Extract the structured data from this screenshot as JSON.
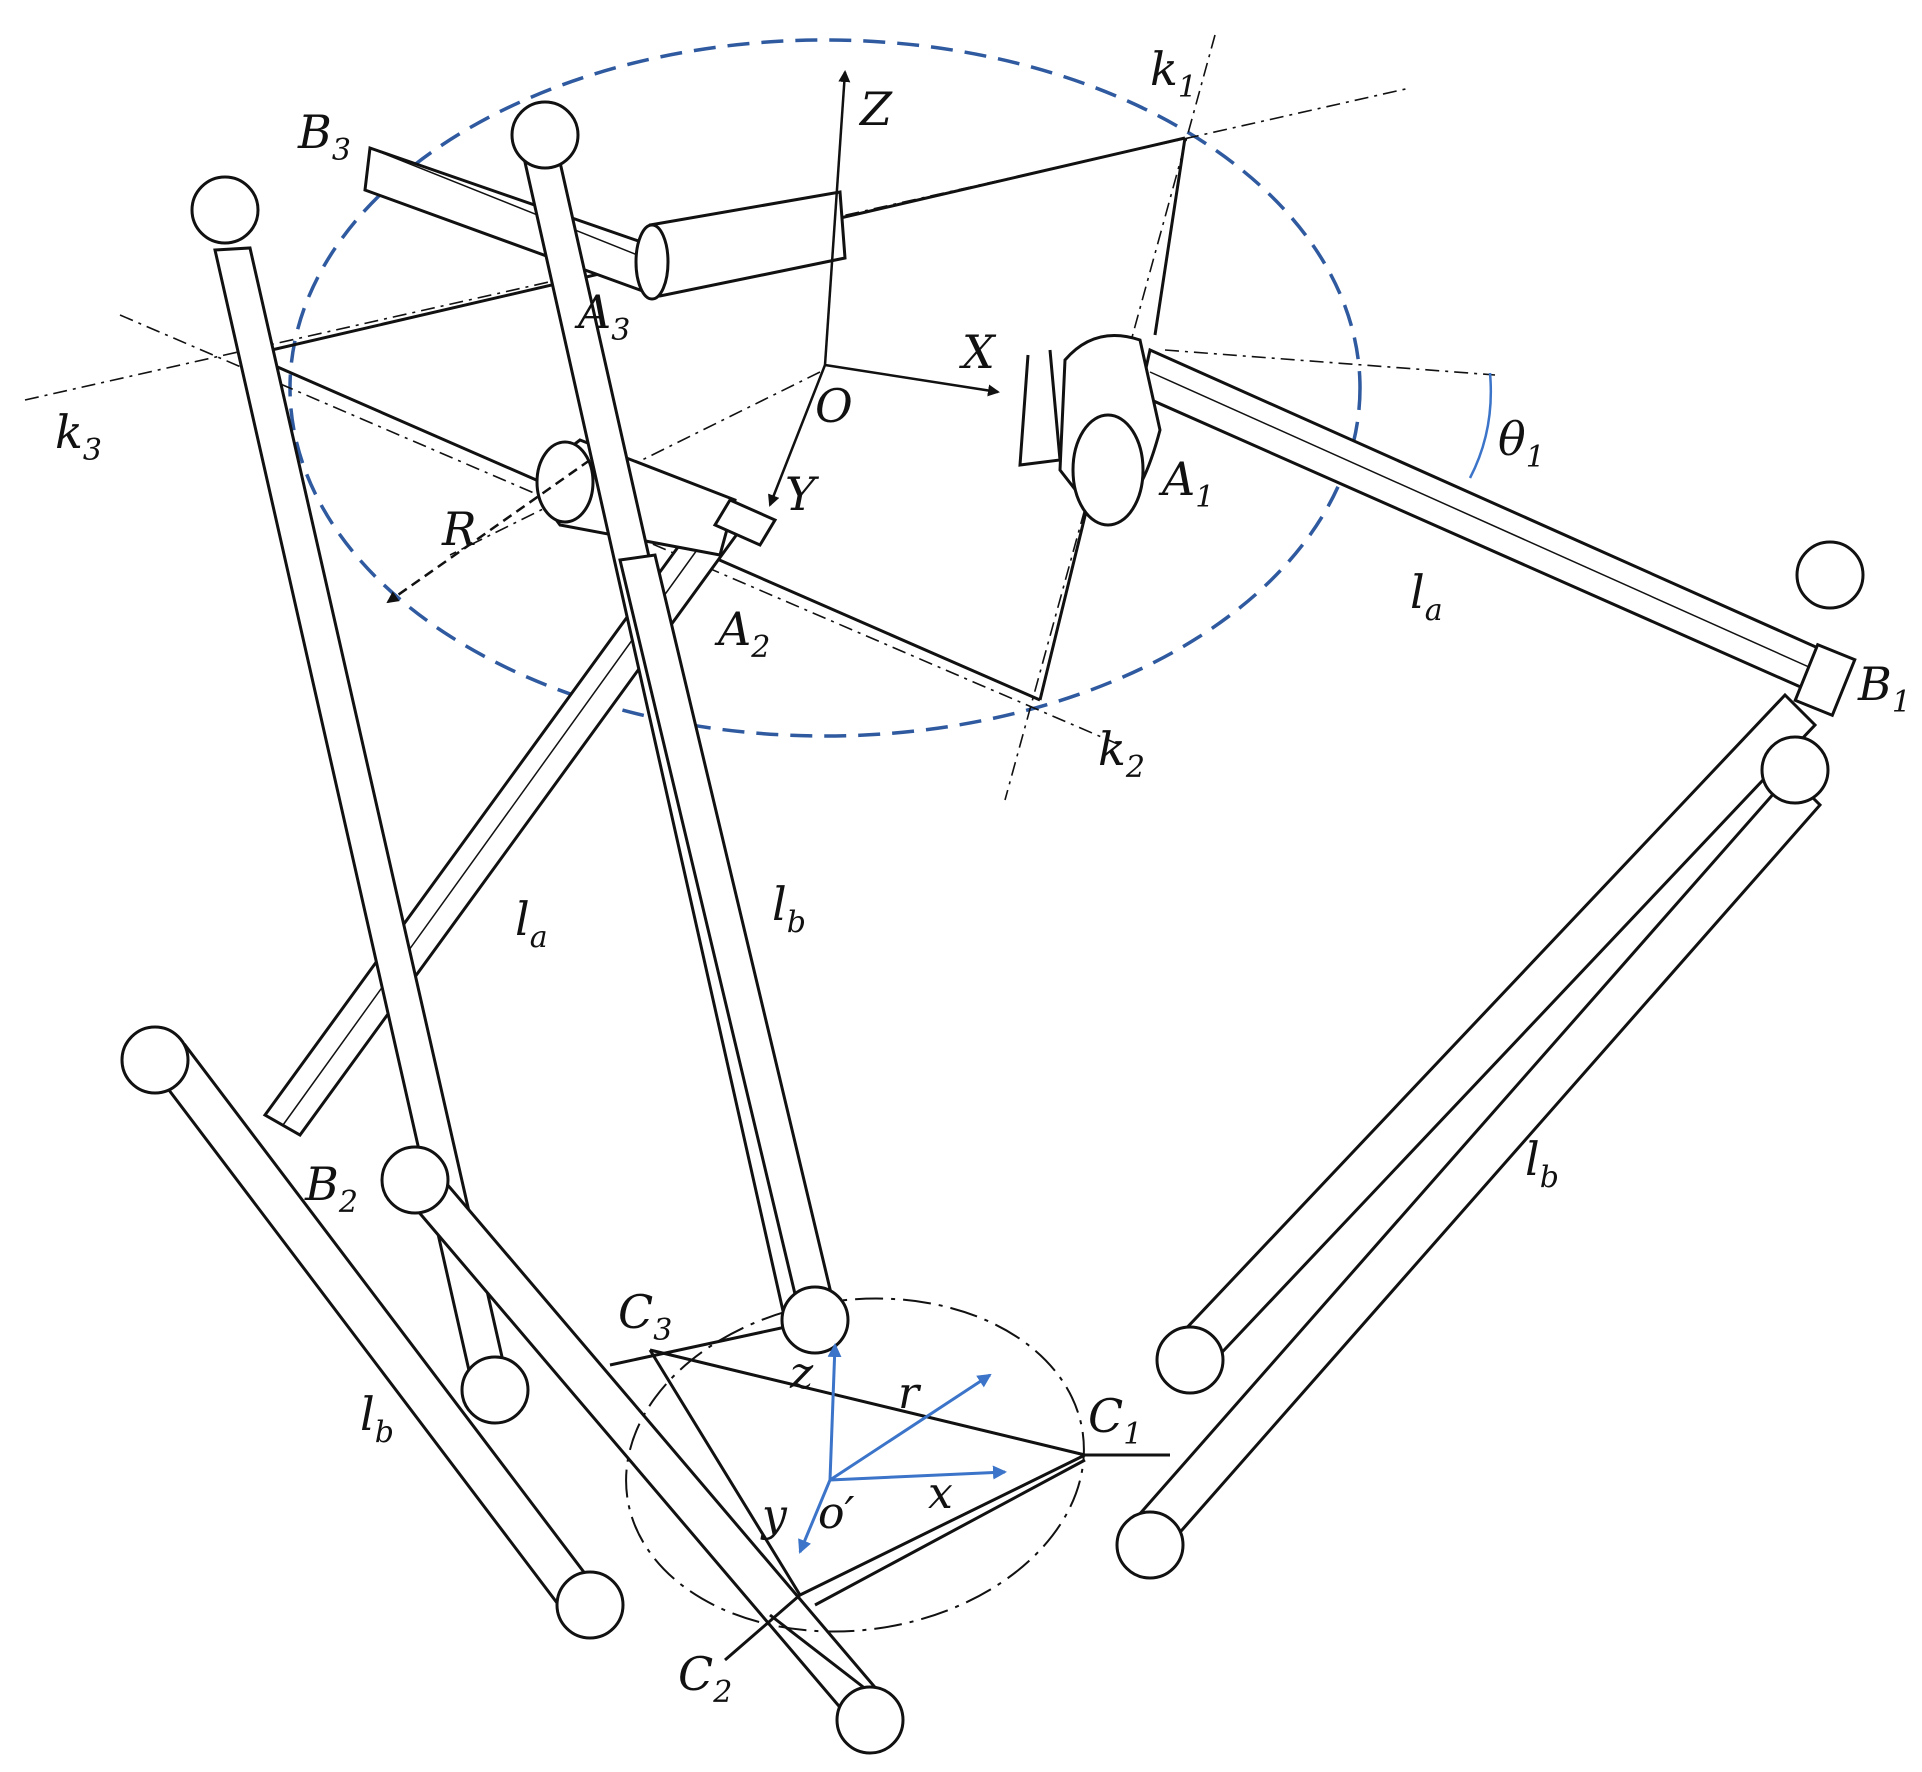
{
  "colors": {
    "ink": "#111111",
    "accent_blue": "#3b74c8",
    "dash_circle": "#2f5aa0",
    "background": "#ffffff"
  },
  "labels": {
    "k1": {
      "main": "k",
      "sub": "1"
    },
    "k2": {
      "main": "k",
      "sub": "2"
    },
    "k3": {
      "main": "k",
      "sub": "3"
    },
    "Z": "Z",
    "X": "X",
    "Y": "Y",
    "O": "O",
    "R": "R",
    "theta1": {
      "main": "θ",
      "sub": "1"
    },
    "A1": {
      "main": "A",
      "sub": "1"
    },
    "A2": {
      "main": "A",
      "sub": "2"
    },
    "A3": {
      "main": "A",
      "sub": "3"
    },
    "B1": {
      "main": "B",
      "sub": "1"
    },
    "B2": {
      "main": "B",
      "sub": "2"
    },
    "B3": {
      "main": "B",
      "sub": "3"
    },
    "C1": {
      "main": "C",
      "sub": "1"
    },
    "C2": {
      "main": "C",
      "sub": "2"
    },
    "C3": {
      "main": "C",
      "sub": "3"
    },
    "la_right": {
      "main": "l",
      "sub": "a"
    },
    "la_left": {
      "main": "l",
      "sub": "a"
    },
    "lb_mid": {
      "main": "l",
      "sub": "b"
    },
    "lb_right": {
      "main": "l",
      "sub": "b"
    },
    "lb_left": {
      "main": "l",
      "sub": "b"
    },
    "z_small": "z",
    "x_small": "x",
    "y_small": "y",
    "r_small": "r",
    "o_prime": "o′"
  }
}
